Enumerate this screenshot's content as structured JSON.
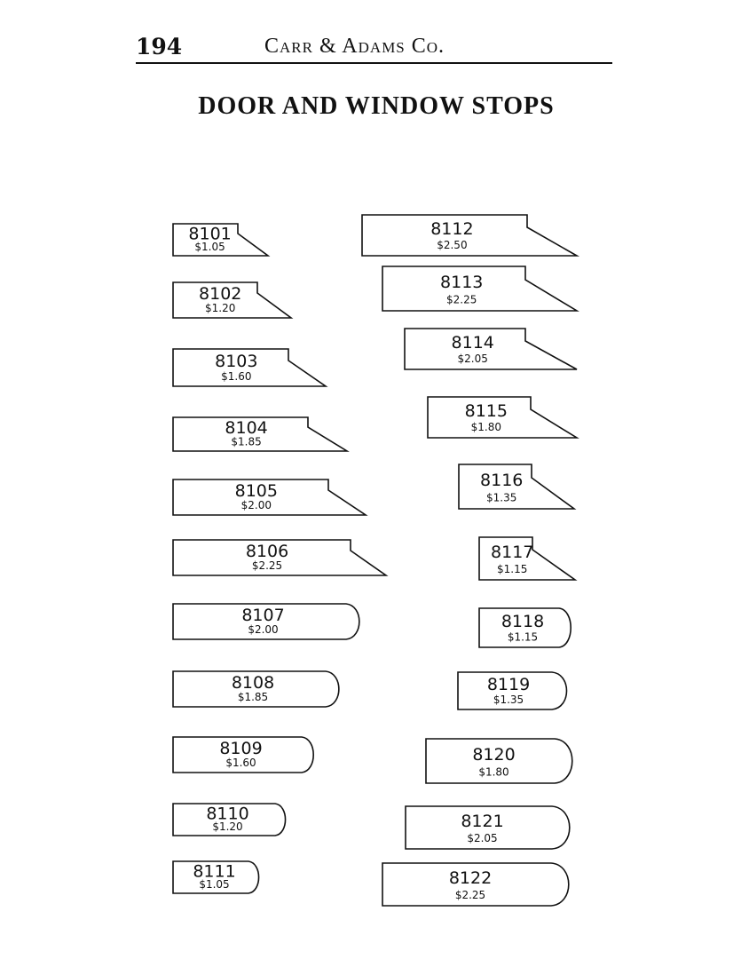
{
  "header": {
    "page_number": "194",
    "publisher": "Carr & Adams Co."
  },
  "title": "DOOR AND WINDOW STOPS",
  "moldings": [
    {
      "number": "8101",
      "price": "$1.05",
      "profile": "bevel"
    },
    {
      "number": "8102",
      "price": "$1.20",
      "profile": "bevel"
    },
    {
      "number": "8103",
      "price": "$1.60",
      "profile": "bevel"
    },
    {
      "number": "8104",
      "price": "$1.85",
      "profile": "bevel"
    },
    {
      "number": "8105",
      "price": "$2.00",
      "profile": "bevel"
    },
    {
      "number": "8106",
      "price": "$2.25",
      "profile": "bevel"
    },
    {
      "number": "8107",
      "price": "$2.00",
      "profile": "round"
    },
    {
      "number": "8108",
      "price": "$1.85",
      "profile": "round"
    },
    {
      "number": "8109",
      "price": "$1.60",
      "profile": "round"
    },
    {
      "number": "8110",
      "price": "$1.20",
      "profile": "round"
    },
    {
      "number": "8111",
      "price": "$1.05",
      "profile": "round"
    },
    {
      "number": "8112",
      "price": "$2.50",
      "profile": "bevel"
    },
    {
      "number": "8113",
      "price": "$2.25",
      "profile": "bevel"
    },
    {
      "number": "8114",
      "price": "$2.05",
      "profile": "bevel"
    },
    {
      "number": "8115",
      "price": "$1.80",
      "profile": "bevel"
    },
    {
      "number": "8116",
      "price": "$1.35",
      "profile": "bevel"
    },
    {
      "number": "8117",
      "price": "$1.15",
      "profile": "bevel"
    },
    {
      "number": "8118",
      "price": "$1.15",
      "profile": "round"
    },
    {
      "number": "8119",
      "price": "$1.35",
      "profile": "round"
    },
    {
      "number": "8120",
      "price": "$1.80",
      "profile": "round"
    },
    {
      "number": "8121",
      "price": "$2.05",
      "profile": "round"
    },
    {
      "number": "8122",
      "price": "$2.25",
      "profile": "round"
    }
  ]
}
